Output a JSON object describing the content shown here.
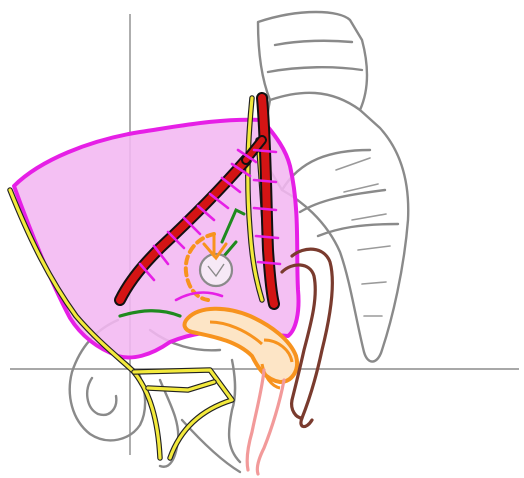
{
  "colors": {
    "background": "#ffffff",
    "bone_outline": "#8a8a8a",
    "peritoneum_fill": "#f3b7f1",
    "peritoneum_stroke": "#e61fe6",
    "artery_fill": "#d41414",
    "artery_outline": "#111111",
    "ureter": "#f3ea3c",
    "nerve": "#1f8a1f",
    "orange": "#f7931e",
    "rectum": "#7a3b2e",
    "pink": "#f29a9a",
    "axis": "#8c8c8c"
  },
  "structures": [
    "pelvic-bone",
    "sacrum",
    "peritoneum",
    "artery",
    "ureter",
    "nerve",
    "uterus-adnexa",
    "rectum",
    "vagina",
    "ovary"
  ]
}
